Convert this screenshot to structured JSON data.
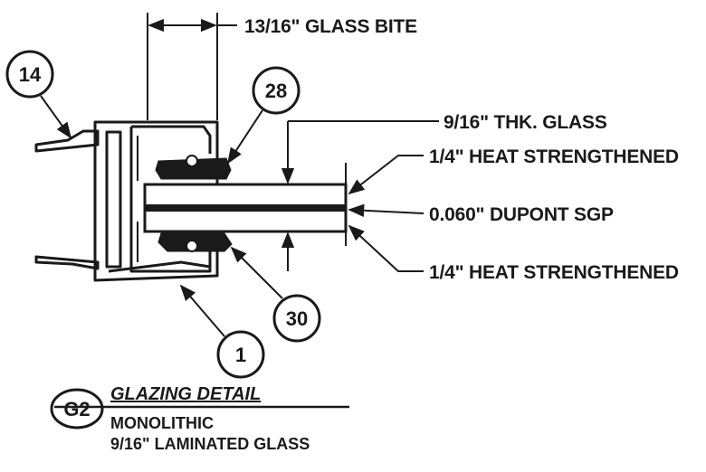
{
  "dimension_label": "13/16\" GLASS BITE",
  "callouts": {
    "frame_14": "14",
    "gasket_28": "28",
    "gasket_30": "30",
    "frame_1": "1"
  },
  "annotations": {
    "glass_thickness": "9/16\" THK. GLASS",
    "outer_lite": "1/4\" HEAT STRENGTHENED",
    "interlayer": "0.060\" DUPONT SGP",
    "inner_lite": "1/4\" HEAT STRENGTHENED"
  },
  "title_block": {
    "tag": "G2",
    "title": "GLAZING DETAIL",
    "line1": "MONOLITHIC",
    "line2": "9/16\" LAMINATED GLASS"
  },
  "colors": {
    "ink": "#1a1a1a",
    "paper": "#ffffff"
  }
}
